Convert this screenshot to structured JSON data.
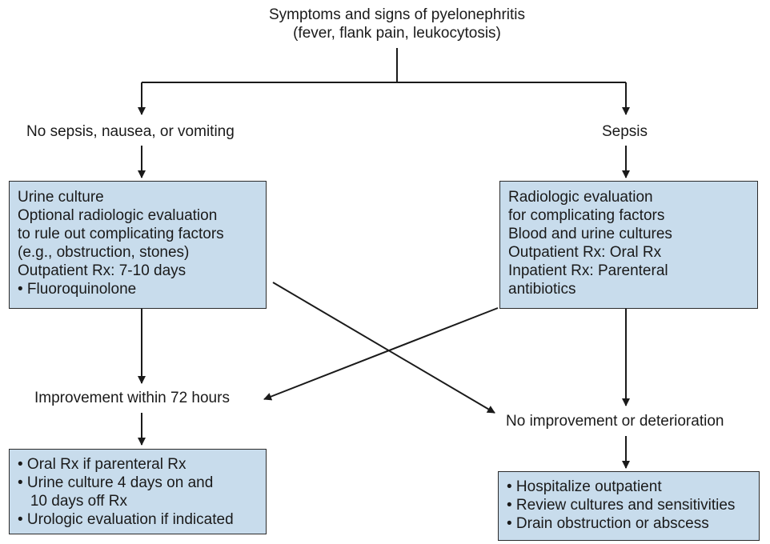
{
  "top": {
    "line1": "Symptoms and signs of pyelonephritis",
    "line2": "(fever, flank pain, leukocytosis)"
  },
  "left_branch": {
    "label": "No sepsis, nausea, or vomiting"
  },
  "right_branch": {
    "label": "Sepsis"
  },
  "left_box": {
    "lines": [
      "Urine culture",
      "Optional radiologic evaluation",
      "to rule out complicating factors",
      "(e.g., obstruction, stones)",
      "Outpatient Rx: 7-10 days",
      "• Fluoroquinolone"
    ]
  },
  "right_box": {
    "lines": [
      "Radiologic evaluation",
      "for complicating factors",
      "Blood and urine cultures",
      "Outpatient Rx: Oral Rx",
      "Inpatient Rx: Parenteral",
      "antibiotics"
    ]
  },
  "improvement": {
    "label": "Improvement within 72 hours"
  },
  "no_improvement": {
    "label": "No improvement or deterioration"
  },
  "improvement_box": {
    "lines": [
      "• Oral Rx if parenteral Rx",
      "• Urine culture 4 days on and",
      "   10 days off Rx",
      "• Urologic evaluation if indicated"
    ]
  },
  "no_improvement_box": {
    "lines": [
      "• Hospitalize outpatient",
      "• Review cultures and sensitivities",
      "• Drain obstruction or abscess"
    ]
  },
  "colors": {
    "box_fill": "#c8dcec",
    "line": "#1a1a1a"
  }
}
